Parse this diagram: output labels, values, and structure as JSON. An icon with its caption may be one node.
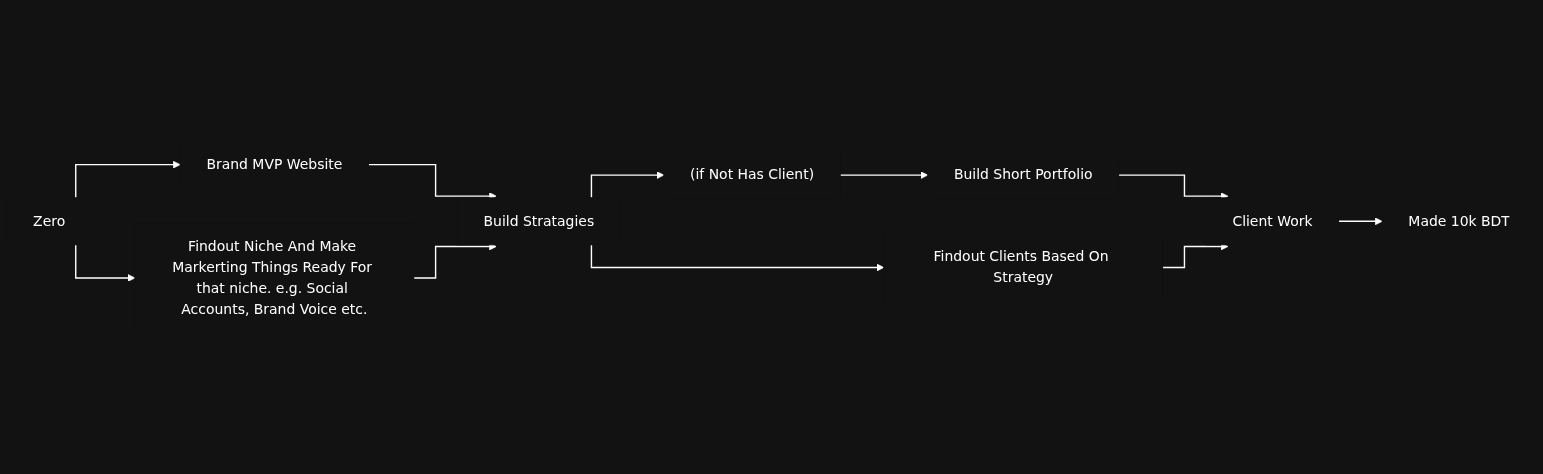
{
  "diagram": {
    "nodes": [
      {
        "text": [
          "Zero"
        ]
      },
      {
        "text": [
          "Brand MVP Website"
        ]
      },
      {
        "text": [
          "Findout Niche And Make Markerting Things Ready For that niche. e.g. Social Accounts, Brand Voice etc."
        ]
      },
      {
        "text": [
          "Build Stratagies"
        ]
      },
      {
        "text": [
          "(if Not Has Client)"
        ]
      },
      {
        "text": [
          "Build Short Portfolio"
        ]
      },
      {
        "text": [
          "Findout Clients Based On Strategy"
        ]
      },
      {
        "text": [
          "Client Work"
        ]
      },
      {
        "text": [
          "Made 10k BDT"
        ]
      }
    ],
    "edges": [
      {
        "from": 0,
        "to": 1,
        "arrow": "to"
      },
      {
        "from": 0,
        "to": 2,
        "arrow": "to"
      },
      {
        "from": 1,
        "to": 3,
        "arrow": "to"
      },
      {
        "from": 2,
        "to": 3,
        "arrow": "to"
      },
      {
        "from": 3,
        "to": 4,
        "arrow": "to"
      },
      {
        "from": 3,
        "to": 6,
        "arrow": "to"
      },
      {
        "from": 4,
        "to": 5,
        "arrow": "to"
      },
      {
        "from": 5,
        "to": 7,
        "arrow": "to"
      },
      {
        "from": 6,
        "to": 7,
        "arrow": "to"
      },
      {
        "from": 7,
        "to": 8,
        "arrow": "to"
      }
    ]
  }
}
